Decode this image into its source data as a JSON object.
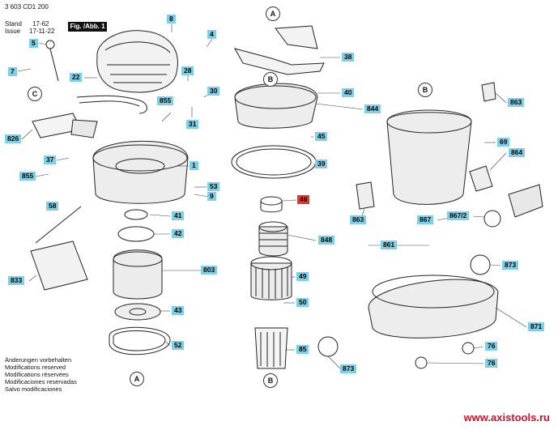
{
  "header": {
    "doc_number": "3 603 CD1 200",
    "stand_label": "Stand",
    "stand_value": "17-62",
    "issue_label": "Issue",
    "issue_value": "17-11-22",
    "fig_label": "Fig. /Abb. 1"
  },
  "notes": [
    "Änderungen vorbehalten",
    "Modifications reserved",
    "Modifications réservées",
    "Modificaciones reservadas",
    "Salvo modificaciones"
  ],
  "website": "www.axistools.ru",
  "part_labels": {
    "p8": "8",
    "p4": "4",
    "p5": "5",
    "p7": "7",
    "p22": "22",
    "p28": "28",
    "p30": "30",
    "p855a": "855",
    "p31": "31",
    "p826": "826",
    "p37": "37",
    "p855b": "855",
    "p1": "1",
    "p53": "53",
    "p9": "9",
    "p58": "58",
    "p41": "41",
    "p42": "42",
    "p833": "833",
    "p803": "803",
    "p43": "43",
    "p52": "52",
    "p38": "38",
    "p40": "40",
    "p844": "844",
    "p45": "45",
    "p39": "39",
    "p46": "46",
    "p848": "848",
    "p49": "49",
    "p50": "50",
    "p85": "85",
    "p863a": "863",
    "p69": "69",
    "p864": "864",
    "p863b": "863",
    "p867": "867",
    "p8672": "867/2",
    "p861": "861",
    "p873a": "873",
    "p871": "871",
    "p76a": "76",
    "p76b": "76",
    "p873b": "873"
  },
  "refs": {
    "a_top": "A",
    "a_bottom": "A",
    "b_top": "B",
    "b_bottom": "B",
    "b_right": "B",
    "c_left": "C"
  },
  "colors": {
    "callout_fill": "#7fd0e6",
    "callout_highlight": "#e03a2f",
    "website": "#d0102a"
  }
}
